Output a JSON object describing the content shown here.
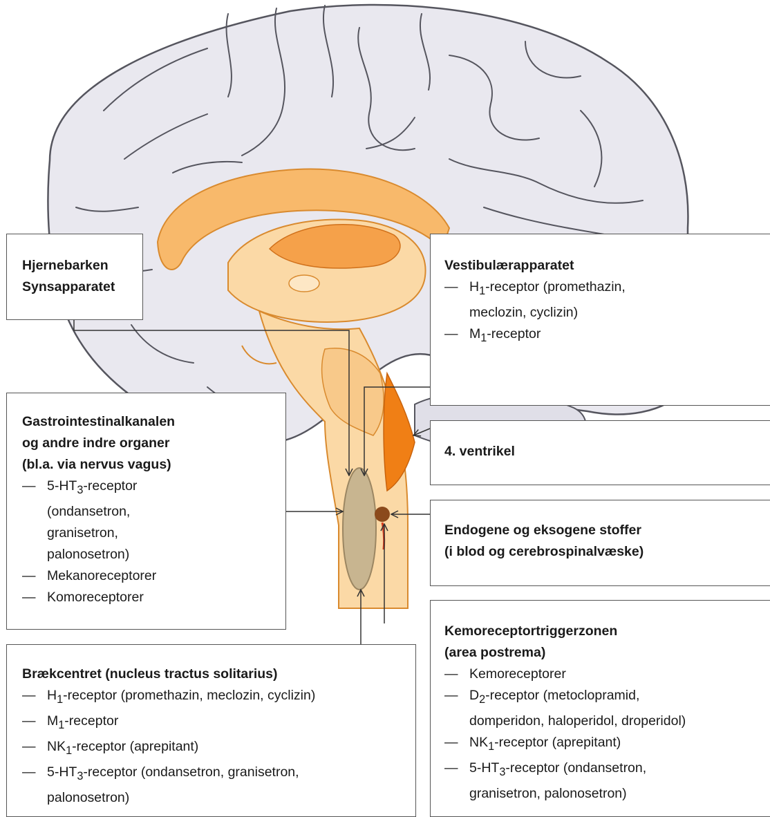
{
  "boxes": {
    "cortex": {
      "lines": [
        "Hjernebarken",
        "Synsapparatet"
      ]
    },
    "vestibular": {
      "title": "Vestibulærapparatet",
      "items": [
        {
          "prefix": "H",
          "sub": "1",
          "text": "-receptor (promethazin,",
          "cont": "meclozin, cyclizin)"
        },
        {
          "prefix": "M",
          "sub": "1",
          "text": "-receptor"
        }
      ]
    },
    "gi": {
      "title_lines": [
        "Gastrointestinalkanalen",
        "og andre indre organer",
        "(bl.a. via nervus vagus)"
      ],
      "items": [
        {
          "prefix": "5-HT",
          "sub": "3",
          "text": "-receptor",
          "cont": [
            "(ondansetron,",
            "granisetron,",
            "palonosetron)"
          ]
        },
        {
          "text": "Mekanoreceptorer"
        },
        {
          "text": "Komoreceptorer"
        }
      ]
    },
    "ventricle": {
      "title": "4. ventrikel"
    },
    "endogenous": {
      "title_lines": [
        "Endogene og eksogene stoffer",
        "(i blod og cerebrospinalvæske)"
      ]
    },
    "vomiting_center": {
      "title": "Brækcentret (nucleus tractus solitarius)",
      "items": [
        {
          "prefix": "H",
          "sub": "1",
          "text": "-receptor (promethazin, meclozin, cyclizin)"
        },
        {
          "prefix": "M",
          "sub": "1",
          "text": "-receptor"
        },
        {
          "prefix": "NK",
          "sub": "1",
          "text": "-receptor (aprepitant)"
        },
        {
          "prefix": "5-HT",
          "sub": "3",
          "text": "-receptor (ondansetron, granisetron,",
          "cont": "palonosetron)"
        }
      ]
    },
    "ctz": {
      "title_lines": [
        "Kemoreceptortriggerzonen",
        "(area postrema)"
      ],
      "items": [
        {
          "text": "Kemoreceptorer"
        },
        {
          "prefix": "D",
          "sub": "2",
          "text": "-receptor (metoclopramid,",
          "cont": "domperidon, haloperidol, droperidol)"
        },
        {
          "prefix": "NK",
          "sub": "1",
          "text": "-receptor (aprepitant)"
        },
        {
          "prefix": "5-HT",
          "sub": "3",
          "text": "-receptor (ondansetron,",
          "cont": "granisetron, palonosetron)"
        }
      ]
    }
  },
  "colors": {
    "cortex_fill": "#e9e8ef",
    "cortex_stroke": "#55555e",
    "brainstem": "#fbd9a6",
    "corpus_callosum": "#f8b96b",
    "thalamus": "#f5a14a",
    "ventricle": "#f07f15",
    "vomiting_center": "#c8b590",
    "ctz_dot": "#8b4a1c",
    "stomach": "#f1b3c2",
    "ear": "#e39bd2",
    "connector": "#333333"
  },
  "icons": [
    "stomach-illustration",
    "inner-ear-illustration",
    "brain-illustration"
  ]
}
